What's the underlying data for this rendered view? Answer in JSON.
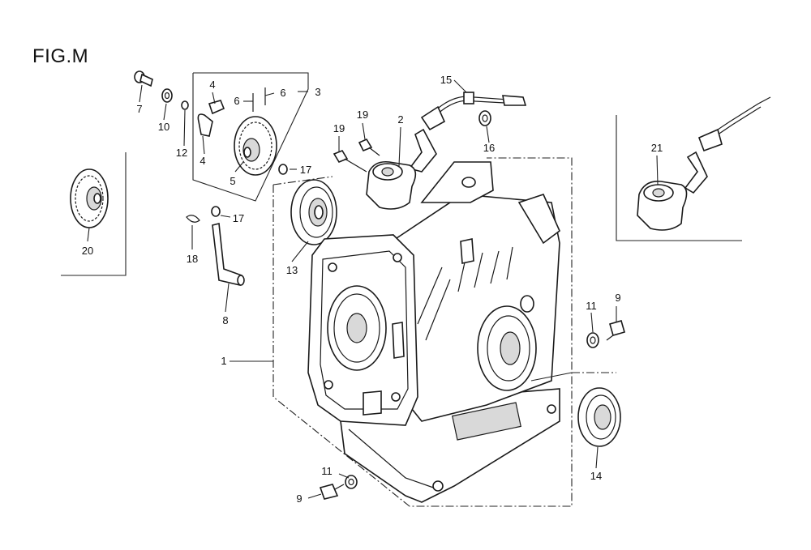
{
  "figure": {
    "title": "FIG.M"
  },
  "callouts": [
    {
      "id": "c1",
      "label": "1"
    },
    {
      "id": "c2",
      "label": "2"
    },
    {
      "id": "c3",
      "label": "3"
    },
    {
      "id": "c4a",
      "label": "4"
    },
    {
      "id": "c4b",
      "label": "4"
    },
    {
      "id": "c5",
      "label": "5"
    },
    {
      "id": "c6a",
      "label": "6"
    },
    {
      "id": "c6b",
      "label": "6"
    },
    {
      "id": "c7",
      "label": "7"
    },
    {
      "id": "c8",
      "label": "8"
    },
    {
      "id": "c9a",
      "label": "9"
    },
    {
      "id": "c9b",
      "label": "9"
    },
    {
      "id": "c10",
      "label": "10"
    },
    {
      "id": "c11a",
      "label": "11"
    },
    {
      "id": "c11b",
      "label": "11"
    },
    {
      "id": "c12",
      "label": "12"
    },
    {
      "id": "c13",
      "label": "13"
    },
    {
      "id": "c14",
      "label": "14"
    },
    {
      "id": "c15",
      "label": "15"
    },
    {
      "id": "c16",
      "label": "16"
    },
    {
      "id": "c17a",
      "label": "17"
    },
    {
      "id": "c17b",
      "label": "17"
    },
    {
      "id": "c18",
      "label": "18"
    },
    {
      "id": "c19a",
      "label": "19"
    },
    {
      "id": "c19b",
      "label": "19"
    },
    {
      "id": "c20",
      "label": "20"
    },
    {
      "id": "c21",
      "label": "21"
    }
  ]
}
